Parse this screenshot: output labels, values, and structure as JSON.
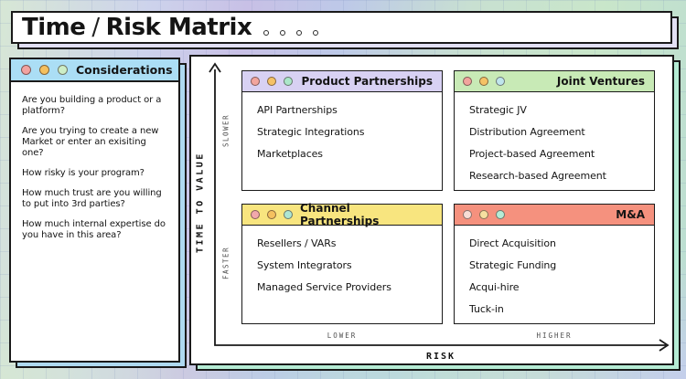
{
  "page_title": {
    "part1": "Time",
    "separator": "/",
    "part2": "Risk Matrix"
  },
  "considerations": {
    "title": "Considerations",
    "titlebar_color": "#abdef5",
    "shadow_color": "#aed9f0",
    "dots": [
      "#f2a3a0",
      "#f5c05e",
      "#cdeec6"
    ],
    "questions": [
      "Are you building a product or a platform?",
      "Are you trying to create a new Market or enter an exisiting one?",
      "How risky is your program?",
      "How much trust are you willing to put into 3rd parties?",
      "How much internal expertise do you have in this area?"
    ]
  },
  "matrix": {
    "shadow_color": "#b5ecd4",
    "y_axis": {
      "label": "TIME TO VALUE",
      "top_label": "SLOWER",
      "bottom_label": "FASTER"
    },
    "x_axis": {
      "label": "RISK",
      "left_label": "LOWER",
      "right_label": "HIGHER"
    },
    "quadrants": [
      {
        "title": "Product Partnerships",
        "titlebar_color": "#d8d1f3",
        "dots": [
          "#f2a59d",
          "#f5c266",
          "#abe7c9"
        ],
        "items": [
          "API Partnerships",
          "Strategic Integrations",
          "Marketplaces"
        ]
      },
      {
        "title": "Joint Ventures",
        "titlebar_color": "#c8eab6",
        "dots": [
          "#f2a59d",
          "#f5c266",
          "#bfe5ec"
        ],
        "items": [
          "Strategic JV",
          "Distribution Agreement",
          "Project-based Agreement",
          "Research-based Agreement"
        ]
      },
      {
        "title": "Channel Partnerships",
        "titlebar_color": "#f8e57f",
        "dots": [
          "#f2a8ab",
          "#f5c15f",
          "#aee6d2"
        ],
        "items": [
          "Resellers / VARs",
          "System Integrators",
          "Managed Service Providers"
        ]
      },
      {
        "title": "M&A",
        "titlebar_color": "#f5917e",
        "dots": [
          "#f8ddd6",
          "#f6dfa0",
          "#b5ecd6"
        ],
        "items": [
          "Direct Acquisition",
          "Strategic Funding",
          "Acqui-hire",
          "Tuck-in"
        ]
      }
    ]
  }
}
